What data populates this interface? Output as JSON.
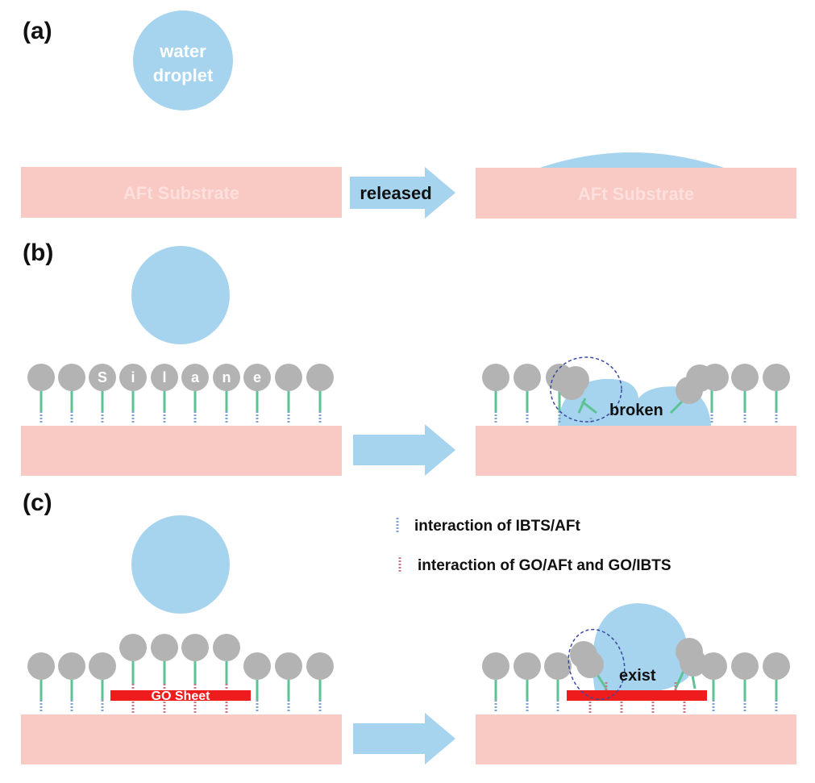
{
  "panels": {
    "a": {
      "label": "(a)",
      "droplet_label_line1": "water",
      "droplet_label_line2": "droplet",
      "substrate_left_label": "AFt Substrate",
      "arrow_label": "released",
      "substrate_right_label": "AFt Substrate"
    },
    "b": {
      "label": "(b)",
      "silane_letters": [
        "S",
        "i",
        "l",
        "a",
        "n",
        "e"
      ],
      "broken_label": "broken"
    },
    "c": {
      "label": "(c)",
      "go_sheet_label": "GO Sheet",
      "exist_label": "exist"
    }
  },
  "legend": {
    "items": [
      {
        "label": "interaction of IBTS/AFt",
        "color": "#7fa3cf"
      },
      {
        "label": "interaction of GO/AFt and GO/IBTS",
        "color": "#c47a86"
      }
    ]
  },
  "colors": {
    "substrate": "#f9c9c4",
    "water": "#a6d4ee",
    "silane_head": "#b3b3b3",
    "silane_chain": "#5cc393",
    "go_sheet": "#ee1c1c",
    "highlight_circle": "#3b4aa0"
  }
}
